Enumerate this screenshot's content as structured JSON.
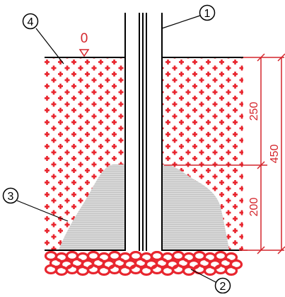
{
  "callouts": {
    "c1": "1",
    "c2": "2",
    "c3": "3",
    "c4": "4"
  },
  "level_marker": "0",
  "dimensions": {
    "upper": "250",
    "lower": "200",
    "total": "450"
  },
  "colors": {
    "soil_cross": "#e8262f",
    "dimension": "#d4252b",
    "gravel_fill": "#d8d8d8",
    "gravel_hatch": "#b4b4b4",
    "rock": "#e8262f",
    "outline": "#000000"
  }
}
